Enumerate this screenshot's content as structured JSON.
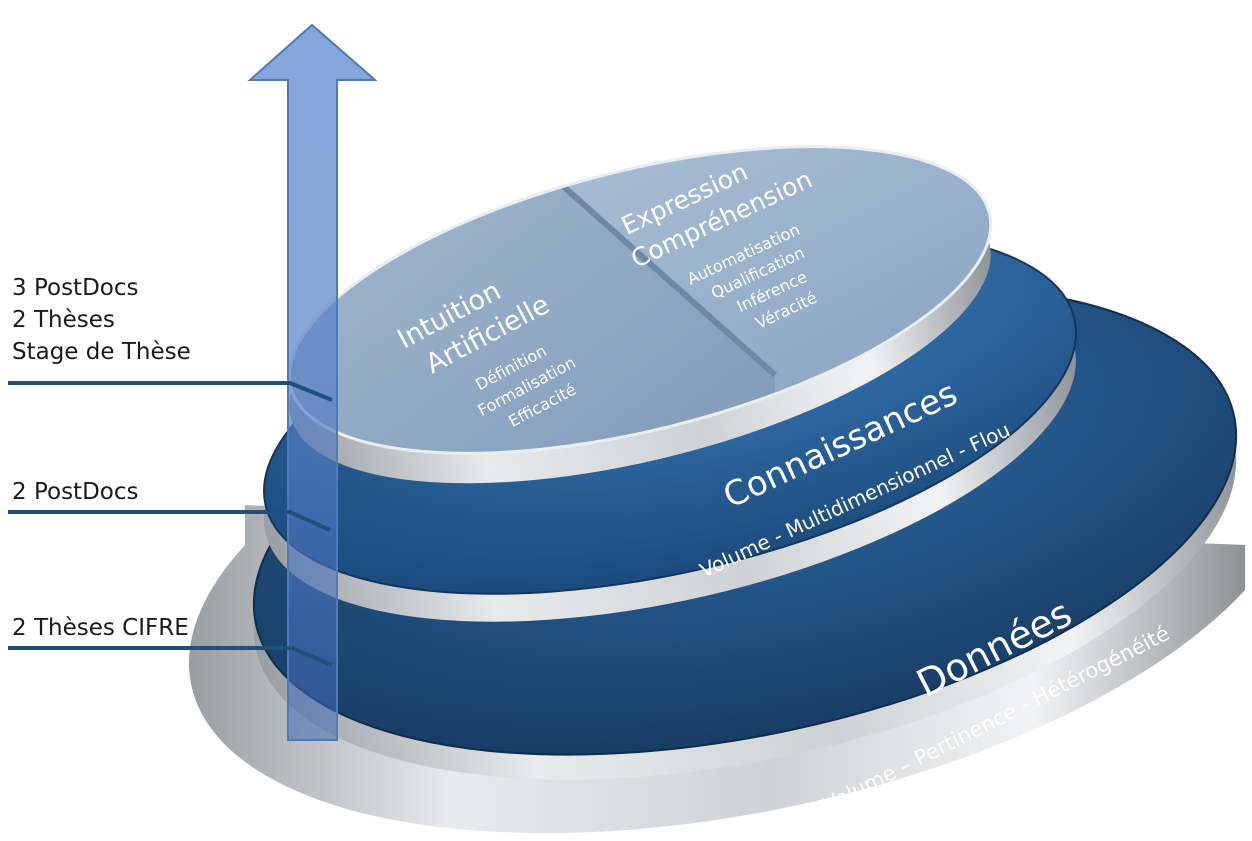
{
  "levels": [
    {
      "id": "donnees",
      "title": "Données",
      "subtitle": "Volume – Pertinence - Hétérogénéité",
      "annotation": [
        "2 Thèses CIFRE"
      ]
    },
    {
      "id": "connaissances",
      "title": "Connaissances",
      "subtitle": "Volume - Multidimensionnel - Flou",
      "annotation": [
        "2 PostDocs"
      ]
    },
    {
      "id": "sommet",
      "annotation": [
        "3 PostDocs",
        "2 Thèses",
        "Stage de Thèse"
      ],
      "segments": [
        {
          "title": [
            "Intuition",
            "Artificielle"
          ],
          "items": [
            "Définition",
            "Formalisation",
            "Efficacité"
          ]
        },
        {
          "title": [
            "Expression",
            "Compréhension"
          ],
          "items": [
            "Automatisation",
            "Qualification",
            "Inférence",
            "Véracité"
          ]
        }
      ]
    }
  ],
  "colors": {
    "bottom_disc": "#1f4a78",
    "middle_disc": "#245a8f",
    "top_disc": "#8aa6c4",
    "rim": "#c9ccd0",
    "annotation_line": "#1f4f7a",
    "arrow": "#5b86c8"
  }
}
